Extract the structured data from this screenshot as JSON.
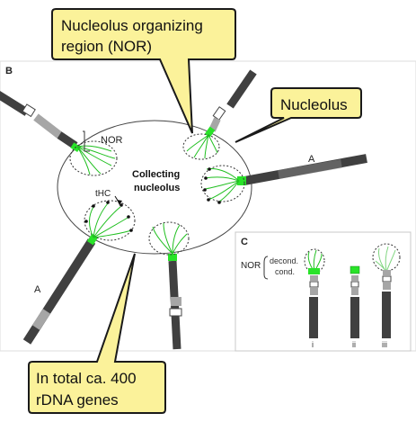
{
  "callouts": {
    "nor_line1": "Nucleolus organizing",
    "nor_line2": "region (NOR)",
    "nucleolus": "Nucleolus",
    "genes_line1": "In total ca. 400",
    "genes_line2": "rDNA genes"
  },
  "panel_b": {
    "label": "B",
    "nor_label": "NOR",
    "collecting_line1": "Collecting",
    "collecting_line2": "nucleolus",
    "thc_label": "tHC",
    "arm_label_right": "A",
    "arm_label_left": "A"
  },
  "panel_c": {
    "label": "C",
    "nor_label": "NOR",
    "decond_label": "decond.",
    "cond_label": "cond.",
    "roman_1": "i",
    "roman_2": "ii",
    "roman_3": "iii"
  },
  "colors": {
    "callout_fill": "#fbf29a",
    "callout_stroke": "#1a1a1a",
    "panel_border": "#d8d8d8",
    "chromosome": "#404040",
    "chromosome_light": "#a6a6a6",
    "fiber_green": "#1fbf1f",
    "nor_green": "#29e329"
  }
}
